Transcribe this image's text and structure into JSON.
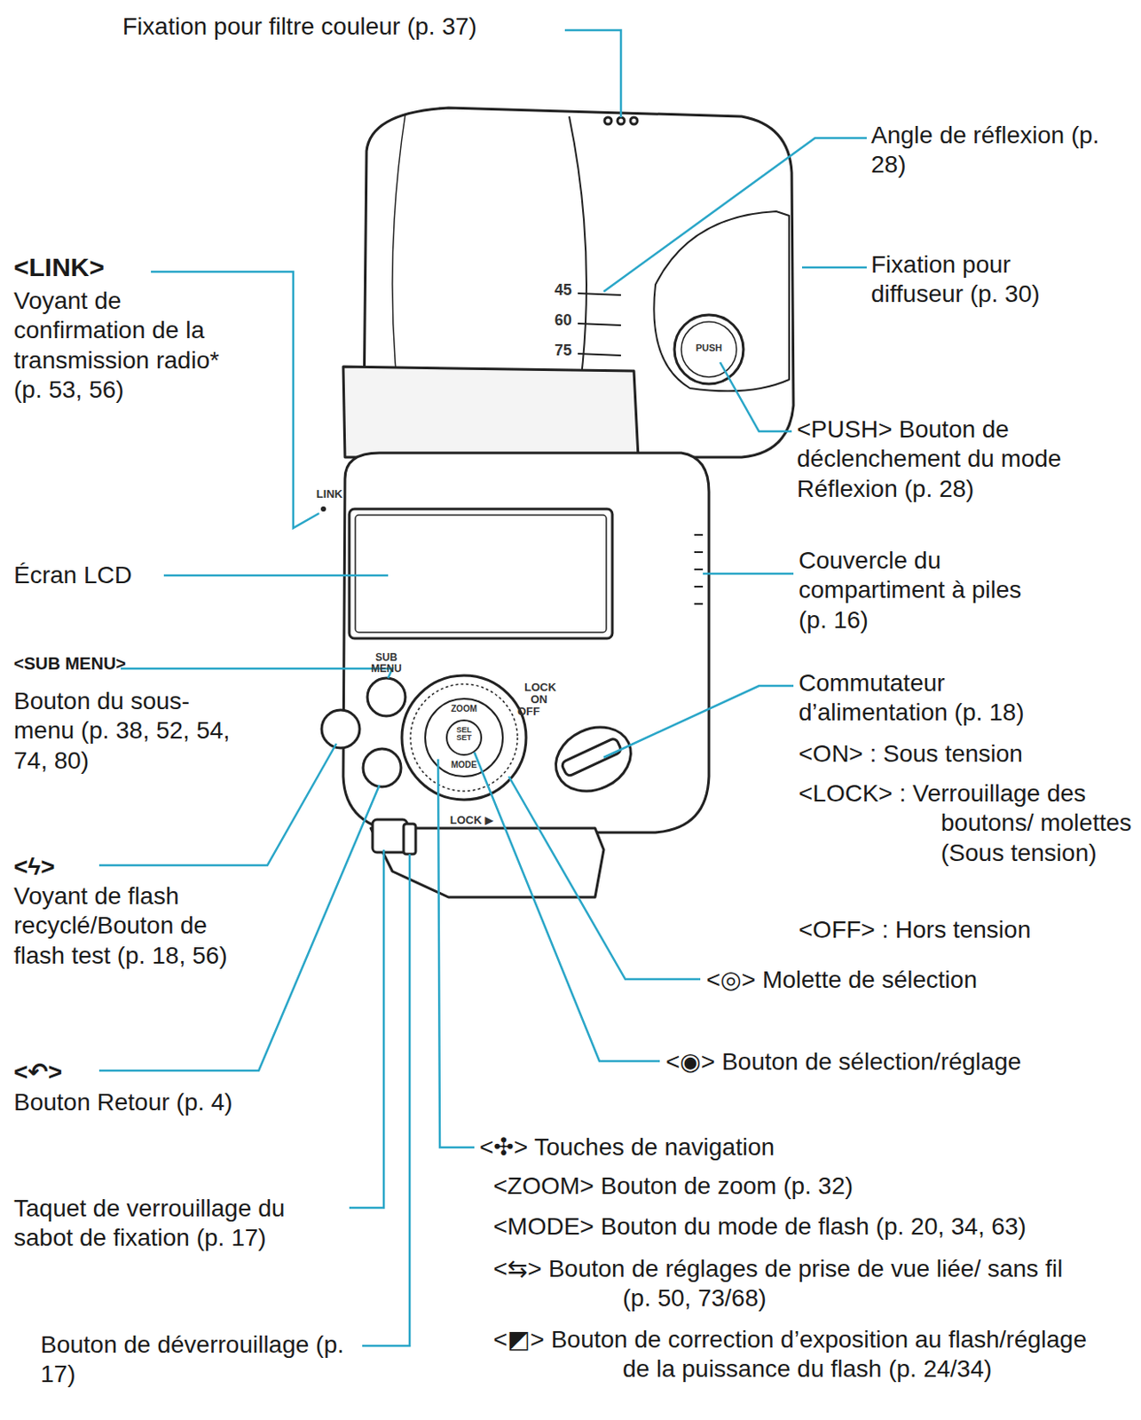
{
  "diagram": {
    "labels": [
      "Fixation pour filtre couleur (p. 37)",
      "Angle de réflexion (p. 28)",
      "Fixation pour diffuseur (p. 30)",
      "<LINK>",
      "Voyant de confirmation de la transmission radio* (p. 53, 56)",
      "<PUSH> Bouton de déclenchement du mode Réflexion (p. 28)",
      "Écran LCD",
      "Couvercle du compartiment à piles (p. 16)",
      "<SUB MENU>",
      "Bouton du sous-menu (p. 38, 52, 54, 74, 80)",
      "Commutateur d’alimentation (p. 18)",
      "<ON> : Sous tension",
      "<LOCK> : Verrouillage des boutons/ molettes (Sous tension)",
      "<OFF> : Hors tension",
      "<ϟ>",
      "Voyant de flash recyclé/Bouton de flash test (p. 18, 56)",
      "<◎> Molette de sélection",
      "<◉> Bouton de sélection/réglage",
      "<↶>",
      "Bouton Retour (p. 4)",
      "<✣> Touches de navigation",
      "<ZOOM> Bouton de zoom (p. 32)",
      "<MODE> Bouton du mode de flash (p. 20, 34, 63)",
      "<⇆> Bouton de réglages de prise de vue liée/ sans fil (p. 50, 73/68)",
      "<◩> Bouton de correction d’exposition au flash/réglage de la puissance du flash (p. 24/34)",
      "Taquet de verrouillage du sabot de fixation (p. 17)",
      "Bouton de déverrouillage (p. 17)",
      "45",
      "60",
      "75",
      "LINK",
      "SUB MENU",
      "LOCK ON",
      "OFF",
      "ZOOM",
      "MODE",
      "SEL SET",
      "LOCK ▶",
      "PUSH"
    ]
  }
}
